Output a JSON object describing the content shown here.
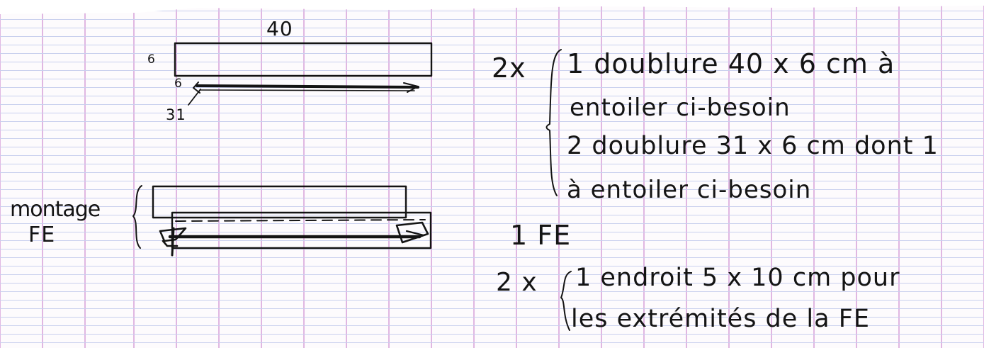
{
  "diagram": {
    "top_dim_width": "40",
    "top_dim_height": "6",
    "lower_dim_height": "6",
    "lower_dim_width": "31",
    "assembly_label_line1": "montage",
    "assembly_label_line2": "FE"
  },
  "notes": {
    "group1_multiplier": "2x",
    "group1_lines": [
      "1 doublure 40 x 6 cm à",
      "entoiler ci-besoin",
      "2 doublure 31 x 6 cm dont 1",
      "à entoiler ci-besoin"
    ],
    "single_item": "1 FE",
    "group2_multiplier": "2 x",
    "group2_lines": [
      "1 endroit 5 x 10 cm pour",
      "les extrémités de la FE"
    ]
  },
  "colors": {
    "ink": "#141414",
    "grid_horizontal": "#c9d0ee",
    "grid_vertical": "#e0b7e2"
  }
}
